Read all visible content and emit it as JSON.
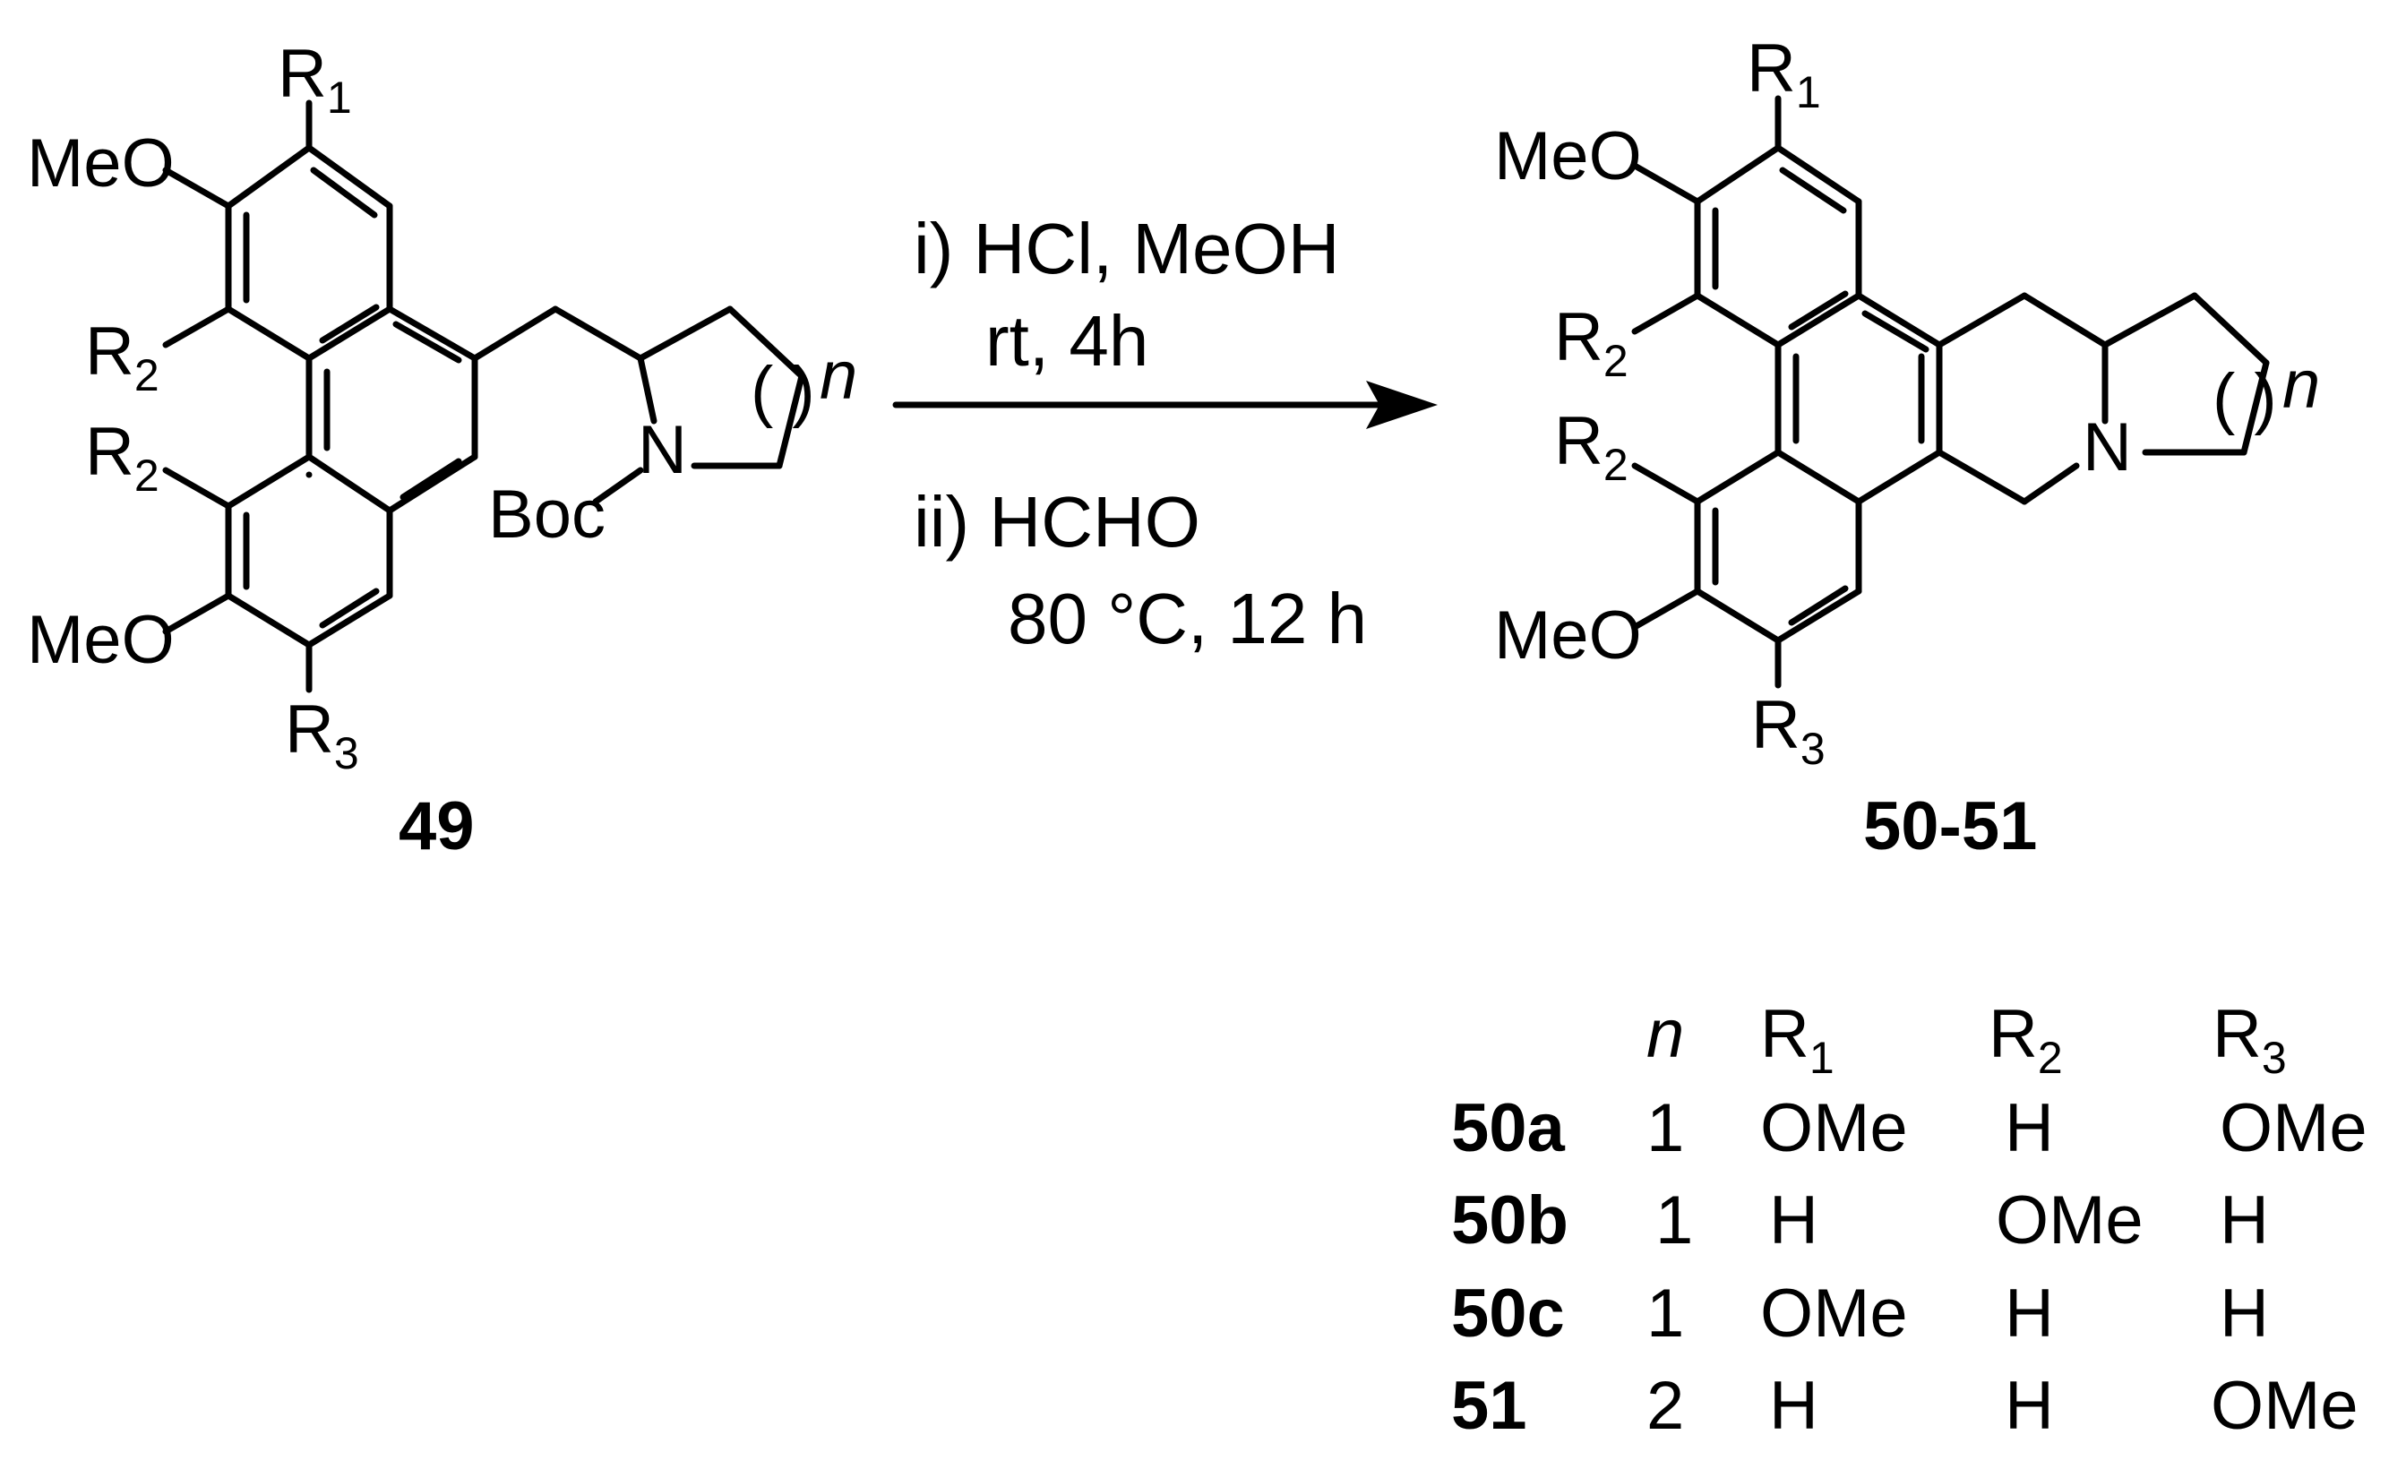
{
  "labels": {
    "R1": "R",
    "R1_sub": "1",
    "R2": "R",
    "R2_sub": "2",
    "R3": "R",
    "R3_sub": "3",
    "MeO": "MeO",
    "N": "N",
    "Boc": "Boc",
    "n": "n",
    "ring_bracket": "( )"
  },
  "reactant": {
    "label": "49"
  },
  "product": {
    "label": "50-51"
  },
  "conditions": {
    "step1_line1": "i) HCl, MeOH",
    "step1_line2": "rt, 4h",
    "step2_line1": "ii) HCHO",
    "step2_line2": "80 °C, 12 h"
  },
  "table": {
    "headers": {
      "n": "n",
      "R": "R",
      "sub1": "1",
      "sub2": "2",
      "sub3": "3"
    },
    "rows": [
      {
        "cmpd": "50a",
        "n": "1",
        "r1": "OMe",
        "r2": "H",
        "r3": "OMe"
      },
      {
        "cmpd": "50b",
        "n": "1",
        "r1": "H",
        "r2": "OMe",
        "r3": "H"
      },
      {
        "cmpd": "50c",
        "n": "1",
        "r1": "OMe",
        "r2": "H",
        "r3": "H"
      },
      {
        "cmpd": "51",
        "n": "2",
        "r1": "H",
        "r2": "H",
        "r3": "OMe"
      }
    ]
  }
}
